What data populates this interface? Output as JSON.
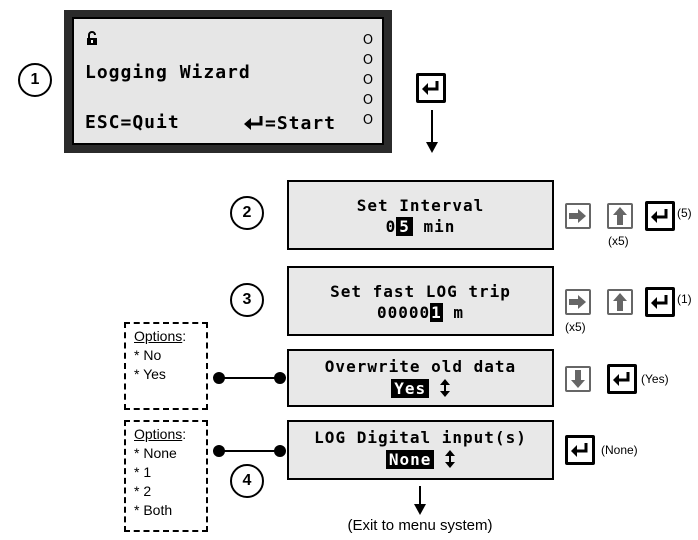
{
  "main_display": {
    "lock_icon": "lock-icon",
    "title": "Logging Wizard",
    "esc_text": "ESC=Quit",
    "start_text": "=Start",
    "indicators": [
      "O",
      "O",
      "O",
      "O",
      "O"
    ]
  },
  "steps": {
    "s1": "1",
    "s2": "2",
    "s3": "3",
    "s4": "4"
  },
  "interval": {
    "line1": "Set Interval",
    "prefix": "0",
    "cursor": "5",
    "suffix": " min",
    "count": "(x5)",
    "result": "(5)"
  },
  "fastlog": {
    "line1": "Set fast LOG trip",
    "prefix": "00000",
    "cursor": "1",
    "suffix": " m",
    "count": "(x5)",
    "result": "(1)"
  },
  "overwrite": {
    "line1": "Overwrite old data",
    "value": "Yes",
    "result": "(Yes)",
    "options_title": "Options",
    "options_colon": ":",
    "options": [
      "* No",
      "* Yes"
    ]
  },
  "digital": {
    "line1": "LOG Digital input(s)",
    "value": "None",
    "result": "(None)",
    "options_title": "Options",
    "options_colon": ":",
    "options": [
      "* None",
      "* 1",
      "* 2",
      "* Both"
    ]
  },
  "exit_text": "(Exit to menu system)",
  "colors": {
    "lcd_frame": "#2b2b2b",
    "screen_bg": "#e8e8e8",
    "key_grey": "#666666"
  }
}
